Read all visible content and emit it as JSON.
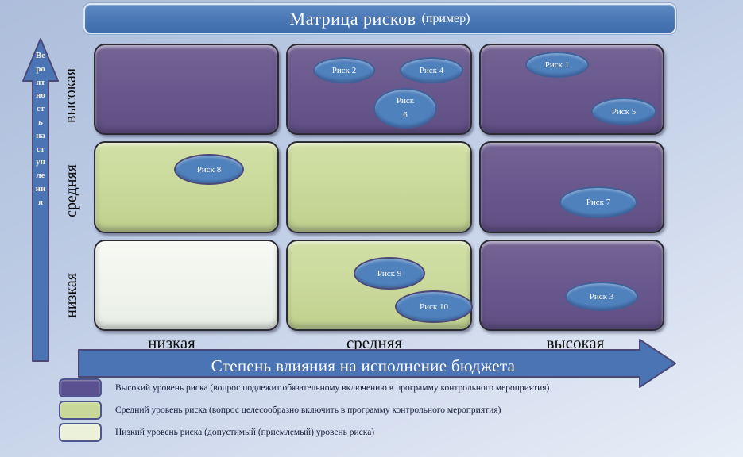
{
  "title": {
    "main": "Матрица рисков",
    "suffix": "(пример)"
  },
  "y_axis": {
    "arrow_label": "Вероятность наступления",
    "levels": [
      "высокая",
      "средняя",
      "низкая"
    ]
  },
  "x_axis": {
    "arrow_label": "Степень влияния на исполнение бюджета",
    "levels": [
      "низкая",
      "средняя",
      "высокая"
    ]
  },
  "matrix": {
    "cells": [
      {
        "probability": "высокая",
        "impact": "низкая",
        "level": "high"
      },
      {
        "probability": "высокая",
        "impact": "средняя",
        "level": "high"
      },
      {
        "probability": "высокая",
        "impact": "высокая",
        "level": "high"
      },
      {
        "probability": "средняя",
        "impact": "низкая",
        "level": "medium"
      },
      {
        "probability": "средняя",
        "impact": "средняя",
        "level": "medium"
      },
      {
        "probability": "средняя",
        "impact": "высокая",
        "level": "high"
      },
      {
        "probability": "низкая",
        "impact": "низкая",
        "level": "low"
      },
      {
        "probability": "низкая",
        "impact": "средняя",
        "level": "medium"
      },
      {
        "probability": "низкая",
        "impact": "высокая",
        "level": "high"
      }
    ]
  },
  "risks": [
    {
      "label": "Риск 1",
      "probability": "высокая",
      "impact": "высокая"
    },
    {
      "label": "Риск 2",
      "probability": "высокая",
      "impact": "средняя"
    },
    {
      "label": "Риск 3",
      "probability": "низкая",
      "impact": "высокая"
    },
    {
      "label": "Риск 4",
      "probability": "высокая",
      "impact": "средняя"
    },
    {
      "label": "Риск 5",
      "probability": "высокая",
      "impact": "высокая"
    },
    {
      "label": "Риск 6",
      "probability": "высокая",
      "impact": "средняя"
    },
    {
      "label": "Риск 7",
      "probability": "средняя",
      "impact": "высокая"
    },
    {
      "label": "Риск 8",
      "probability": "средняя",
      "impact": "низкая"
    },
    {
      "label": "Риск 9",
      "probability": "низкая",
      "impact": "средняя"
    },
    {
      "label": "Риск 10",
      "probability": "низкая",
      "impact": "средняя"
    }
  ],
  "legend": [
    {
      "color": "#5b5190",
      "label": "Высокий уровень риска (вопрос подлежит обязательному включению в программу контрольного мероприятия)"
    },
    {
      "color": "#c8d898",
      "label": "Средний уровень риска (вопрос целесообразно включить в программу контрольного мероприятия)"
    },
    {
      "color": "#ecf2da",
      "label": "Низкий уровень риска (допустимый (приемлемый) уровень риска)"
    }
  ],
  "colors": {
    "banner": "#4a77b5",
    "high_risk_cell": "#69588d",
    "medium_risk_cell": "#c9d89a",
    "low_risk_cell": "#eff3ec",
    "risk_oval": "#4f81bd",
    "arrow": "#4a74b4"
  }
}
